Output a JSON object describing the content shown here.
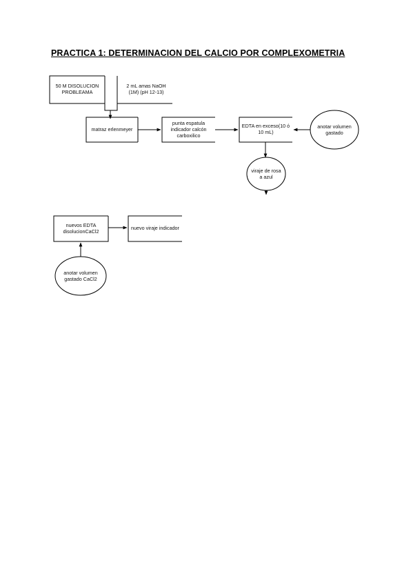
{
  "title": "PRACTICA 1: DETERMINACION DEL CALCIO POR COMPLEXOMETRIA",
  "nodes": {
    "disolucion": [
      "50 M DISOLUCION",
      "PROBLEAMA"
    ],
    "naoh": [
      "2 mL amas NaOH",
      "(1M) (pH 12-13)"
    ],
    "matraz": [
      "matraz erlenmeyer"
    ],
    "indicador": [
      "punta espatula",
      "indicador calcón",
      "carboxilico"
    ],
    "edta_exceso": [
      "EDTA en exceso(10 ó",
      "10 mL)"
    ],
    "anotar1": [
      "anotar volumen",
      "gastado"
    ],
    "viraje": [
      "viraje de rosa",
      "a azul"
    ],
    "nuevos": [
      "nuevos EDTA",
      "disolucionCaCl2"
    ],
    "nuevo_viraje": [
      "nuevo viraje indicador"
    ],
    "anotar2": [
      "anotar volumen",
      "gastado CaCl2"
    ]
  }
}
